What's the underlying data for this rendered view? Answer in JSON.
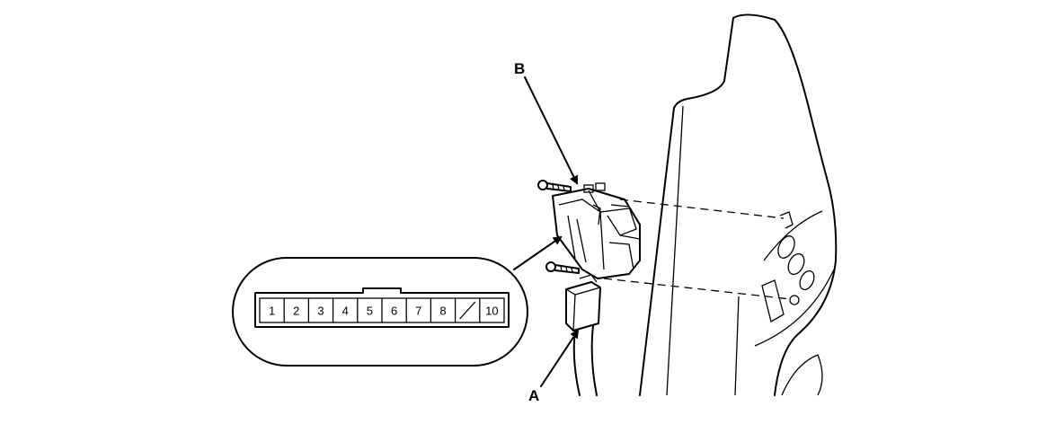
{
  "callouts": {
    "a": "A",
    "b": "B"
  },
  "connector_face": {
    "pins": [
      "1",
      "2",
      "3",
      "4",
      "5",
      "6",
      "7",
      "8",
      "",
      "10"
    ],
    "empty_cavity_index": 8
  },
  "colors": {
    "line": "#000000",
    "background": "#ffffff"
  }
}
